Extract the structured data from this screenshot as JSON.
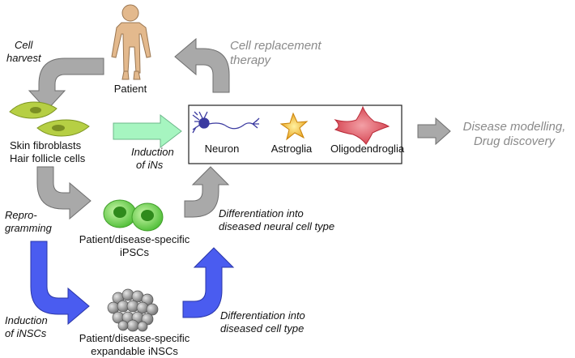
{
  "nodes": {
    "patient": "Patient",
    "fibroblasts_line1": "Skin fibroblasts",
    "fibroblasts_line2": "Hair follicle cells",
    "ipsc_line1": "Patient/disease-specific",
    "ipsc_line2": "iPSCs",
    "insc_line1": "Patient/disease-specific",
    "insc_line2": "expandable iNSCs",
    "neuron": "Neuron",
    "astroglia": "Astroglia",
    "oligodendroglia": "Oligodendroglia"
  },
  "edges": {
    "cell_harvest_1": "Cell",
    "cell_harvest_2": "harvest",
    "replacement_1": "Cell replacement",
    "replacement_2": "therapy",
    "induction_ins_1": "Induction",
    "induction_ins_2": "of  iNs",
    "reprog_1": "Repro-",
    "reprog_2": "gramming",
    "diff_neural_1": "Differentiation into",
    "diff_neural_2": "diseased neural cell type",
    "induction_inscs_1": "Induction",
    "induction_inscs_2": "of iNSCs",
    "diff_cell_1": "Differentiation into",
    "diff_cell_2": "diseased cell type",
    "disease_1": "Disease modelling,",
    "disease_2": "Drug discovery"
  },
  "colors": {
    "grey_arrow": "#a9a9a9",
    "green_arrow": "#a6f5c0",
    "blue_arrow": "#4a5cf0",
    "fibroblast": "#a7c83d",
    "ipsc": "#6ed14a",
    "astroglia": "#f2b01e",
    "oligodendroglia": "#e0505c",
    "neuron": "#3b3aa0"
  }
}
